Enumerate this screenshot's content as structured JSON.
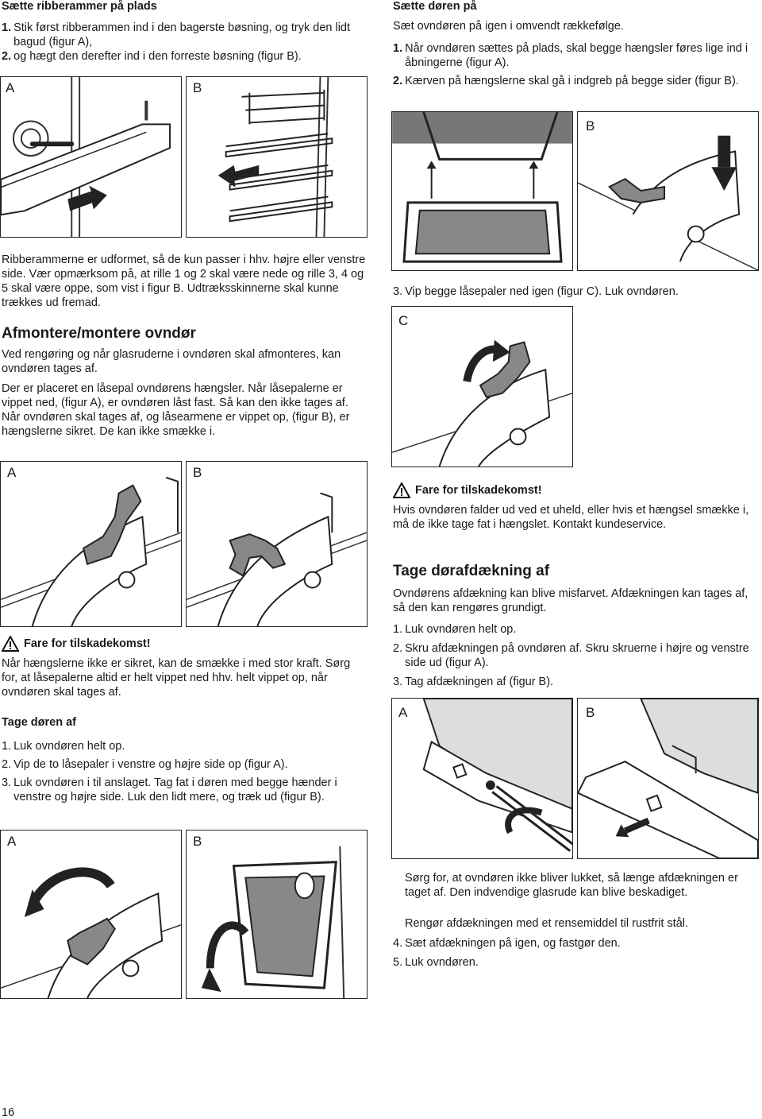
{
  "left": {
    "rack_heading": "Sætte ribberammer på plads",
    "rack_steps": [
      {
        "num": "1.",
        "text": "Stik først ribberammen ind i den bagerste bøsning, og tryk den lidt bagud (figur A),"
      },
      {
        "num": "2.",
        "text": "og hægt den derefter ind i den forreste bøsning (figur B)."
      }
    ],
    "rack_note": "Ribberammerne er udformet, så de kun passer i hhv. højre eller venstre side. Vær opmærksom på, at rille 1 og 2 skal være nede og rille 3, 4 og 5 skal være oppe, som vist i figur B. Udtræksskinnerne skal kunne trækkes ud fremad.",
    "door_heading": "Afmontere/montere ovndør",
    "door_p1": "Ved rengøring og når glasruderne i ovndøren skal afmonteres, kan ovndøren tages af.",
    "door_p2": "Der er placeret en låsepal ovndørens hængsler. Når låsepalerne er vippet ned, (figur A), er ovndøren låst fast. Så kan den ikke tages af. Når ovndøren skal tages af, og låsearmene er vippet op, (figur B), er hængslerne sikret. De kan ikke smække i.",
    "warning_title": "Fare for tilskadekomst!",
    "warning_text": "Når hængslerne ikke er sikret, kan de smække i med stor kraft. Sørg for, at låsepalerne altid er helt vippet ned hhv. helt vippet op, når ovndøren skal tages af.",
    "remove_heading": "Tage døren af",
    "remove_steps": [
      {
        "num": "1.",
        "text": "Luk ovndøren helt op."
      },
      {
        "num": "2.",
        "text": "Vip de to låsepaler i venstre og højre side op (figur A)."
      },
      {
        "num": "3.",
        "text": "Luk ovndøren i til anslaget. Tag fat i døren med begge hænder i venstre og højre side. Luk den lidt mere, og træk ud (figur B)."
      }
    ]
  },
  "right": {
    "mount_heading": "Sætte døren på",
    "mount_intro": "Sæt ovndøren på igen i omvendt rækkefølge.",
    "mount_steps": [
      {
        "num": "1.",
        "text": "Når ovndøren sættes på plads, skal begge hængsler føres lige ind i åbningerne (figur A)."
      },
      {
        "num": "2.",
        "text": "Kærven på hængslerne skal gå i indgreb på begge sider (figur B)."
      }
    ],
    "mount_step3": {
      "num": "3.",
      "text": "Vip begge låsepaler ned igen (figur C). Luk ovndøren."
    },
    "warning_title": "Fare for tilskadekomst!",
    "warning_text": "Hvis ovndøren falder ud ved et uheld, eller hvis et hængsel smække i, må de ikke tage fat i hængslet. Kontakt kundeservice.",
    "cover_heading": "Tage dørafdækning af",
    "cover_intro": "Ovndørens afdækning kan blive misfarvet. Afdækningen kan tages af, så den kan rengøres grundigt.",
    "cover_steps": [
      {
        "num": "1.",
        "text": "Luk ovndøren helt op."
      },
      {
        "num": "2.",
        "text": "Skru afdækningen på ovndøren af. Skru skruerne i højre og venstre side ud (figur A)."
      },
      {
        "num": "3.",
        "text": "Tag afdækningen af (figur B)."
      }
    ],
    "cover_note1": "Sørg for, at ovndøren ikke bliver lukket, så længe afdækningen er taget af. Den indvendige glasrude kan blive beskadiget.",
    "cover_note2": "Rengør afdækningen med et rensemiddel til rustfrit stål.",
    "cover_steps2": [
      {
        "num": "4.",
        "text": "Sæt afdækningen på igen, og fastgør den."
      },
      {
        "num": "5.",
        "text": "Luk ovndøren."
      }
    ]
  },
  "figure_labels": {
    "a": "A",
    "b": "B",
    "c": "C"
  },
  "page_number": "16"
}
